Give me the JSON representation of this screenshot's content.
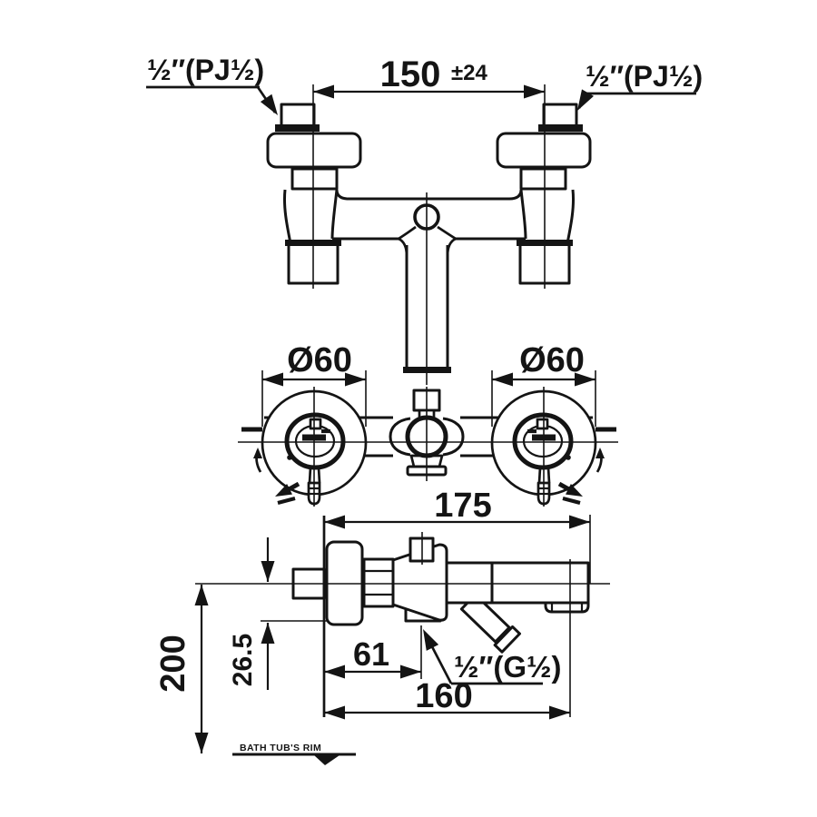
{
  "colors": {
    "ink": "#141414",
    "background": "#ffffff"
  },
  "thread_labels": {
    "top_left": "½″(PJ½)",
    "top_right": "½″(PJ½)",
    "shower_outlet": "½″(G½)"
  },
  "dimensions": {
    "faucet_centers": "150",
    "faucet_centers_tolerance": "±24",
    "left_escutcheon_diameter": "Ø60",
    "right_escutcheon_diameter": "Ø60",
    "overall_projection": "175",
    "shower_outlet_offset": "61",
    "spout_reach": "160",
    "height_above_rim": "200",
    "spout_centre_drop": "26.5"
  },
  "annotations": {
    "bath_tub_rim": "BATH TUB'S RIM"
  }
}
